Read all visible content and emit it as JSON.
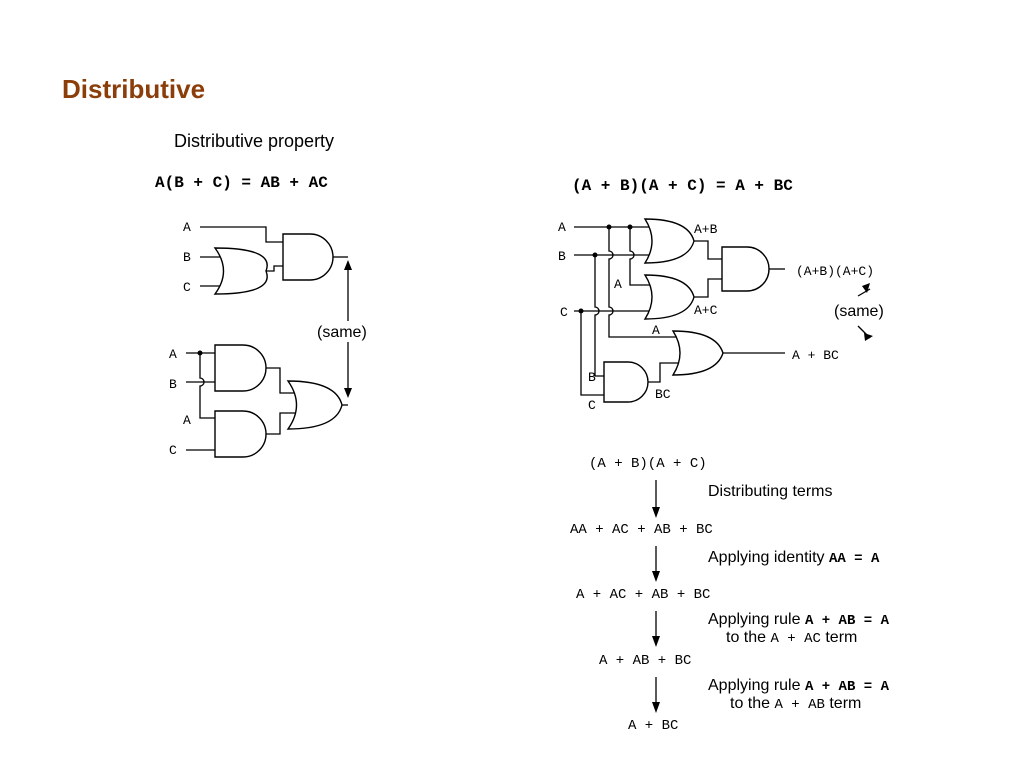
{
  "title": "Distributive",
  "left": {
    "heading": "Distributive property",
    "equation": "A(B + C) = AB + AC",
    "same_label": "(same)",
    "inputs": {
      "top_a": "A",
      "top_b": "B",
      "top_c": "C",
      "bot_a1": "A",
      "bot_b": "B",
      "bot_a2": "A",
      "bot_c": "C"
    }
  },
  "right": {
    "equation": "(A + B)(A + C) = A + BC",
    "inputs": {
      "a": "A",
      "b": "B",
      "c": "C",
      "a2": "A",
      "a3": "A",
      "b2": "B",
      "c2": "C"
    },
    "gate_labels": {
      "a_plus_b": "A+B",
      "a_plus_c": "A+C",
      "bc": "BC",
      "product": "(A+B)(A+C)",
      "result": "A + BC"
    },
    "same_label": "(same)"
  },
  "derivation": {
    "steps": [
      "(A + B)(A + C)",
      "AA + AC + AB + BC",
      "A + AC + AB + BC",
      "A + AB + BC",
      "A + BC"
    ],
    "notes": [
      {
        "text": "Distributing terms"
      },
      {
        "text": "Applying identity ",
        "code": "AA = A"
      },
      {
        "text": "Applying rule ",
        "code": "A + AB = A",
        "line2_pre": "to the ",
        "line2_code": "A + AC",
        "line2_post": " term"
      },
      {
        "text": "Applying rule ",
        "code": "A + AB = A",
        "line2_pre": "to the ",
        "line2_code": "A + AB",
        "line2_post": " term"
      }
    ]
  }
}
